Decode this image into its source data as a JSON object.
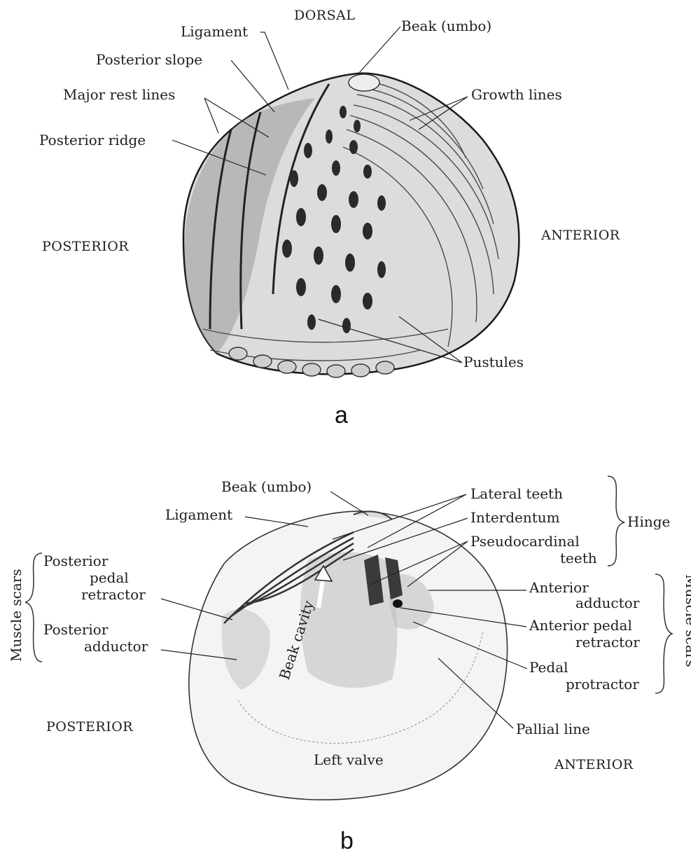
{
  "figure_a": {
    "panel_label": "a",
    "orientation": {
      "top": "DORSAL",
      "left": "POSTERIOR",
      "right": "ANTERIOR"
    },
    "labels": {
      "ligament": "Ligament",
      "beak": "Beak (umbo)",
      "posterior_slope": "Posterior slope",
      "major_rest_lines": "Major rest lines",
      "growth_lines": "Growth lines",
      "posterior_ridge": "Posterior ridge",
      "pustules": "Pustules"
    }
  },
  "figure_b": {
    "panel_label": "b",
    "orientation": {
      "left": "POSTERIOR",
      "right": "ANTERIOR"
    },
    "labels": {
      "beak": "Beak (umbo)",
      "lateral_teeth": "Lateral teeth",
      "ligament": "Ligament",
      "interdentum": "Interdentum",
      "hinge": "Hinge",
      "pseudocardinal_line1": "Pseudocardinal",
      "pseudocardinal_line2": "teeth",
      "post_pedal_line1": "Posterior",
      "post_pedal_line2": "pedal",
      "post_pedal_line3": "retractor",
      "post_adductor_line1": "Posterior",
      "post_adductor_line2": "adductor",
      "muscle_scars_left": "Muscle scars",
      "muscle_scars_right": "Muscle scars",
      "ant_adductor_line1": "Anterior",
      "ant_adductor_line2": "adductor",
      "ant_pedal_line1": "Anterior pedal",
      "ant_pedal_line2": "retractor",
      "pedal_line1": "Pedal",
      "pedal_line2": "protractor",
      "beak_cavity": "Beak cavity",
      "pallial_line": "Pallial line",
      "left_valve": "Left valve"
    }
  }
}
